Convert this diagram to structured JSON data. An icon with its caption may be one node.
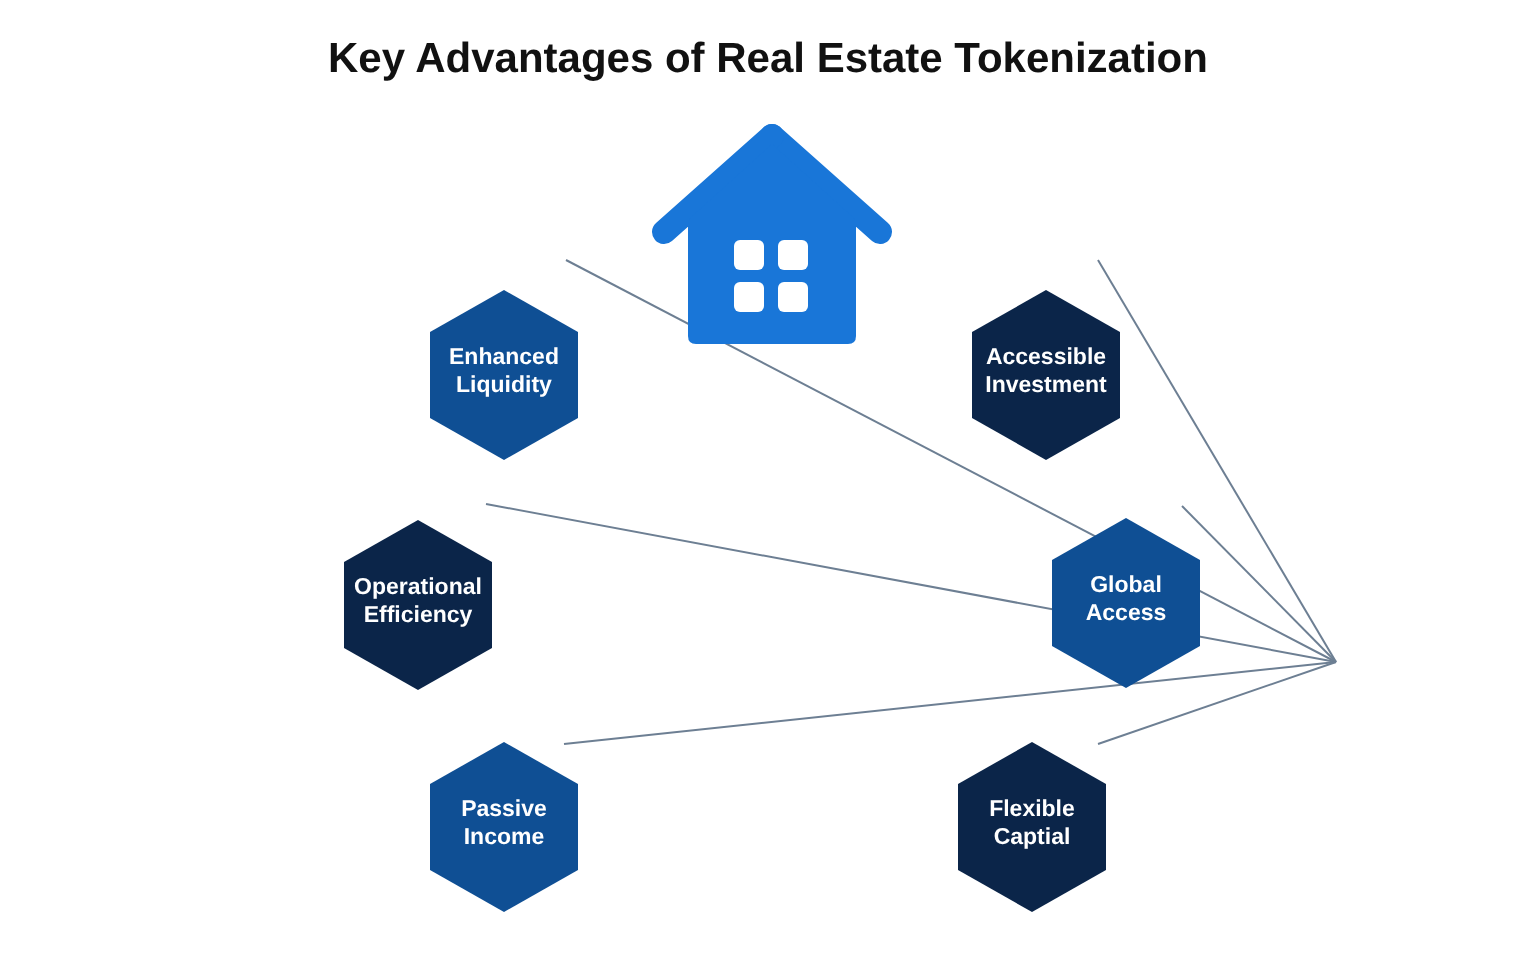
{
  "diagram": {
    "title": "Key Advantages of Real Estate Tokenization",
    "nodes": [
      {
        "text": [
          "Enhanced Liquidity"
        ]
      },
      {
        "text": [
          "Accessible Investment"
        ]
      },
      {
        "text": [
          "Operational Efficiency"
        ]
      },
      {
        "text": [
          "Global Access"
        ]
      },
      {
        "text": [
          "Passive Income"
        ]
      },
      {
        "text": [
          "Flexible Captial"
        ]
      }
    ]
  }
}
